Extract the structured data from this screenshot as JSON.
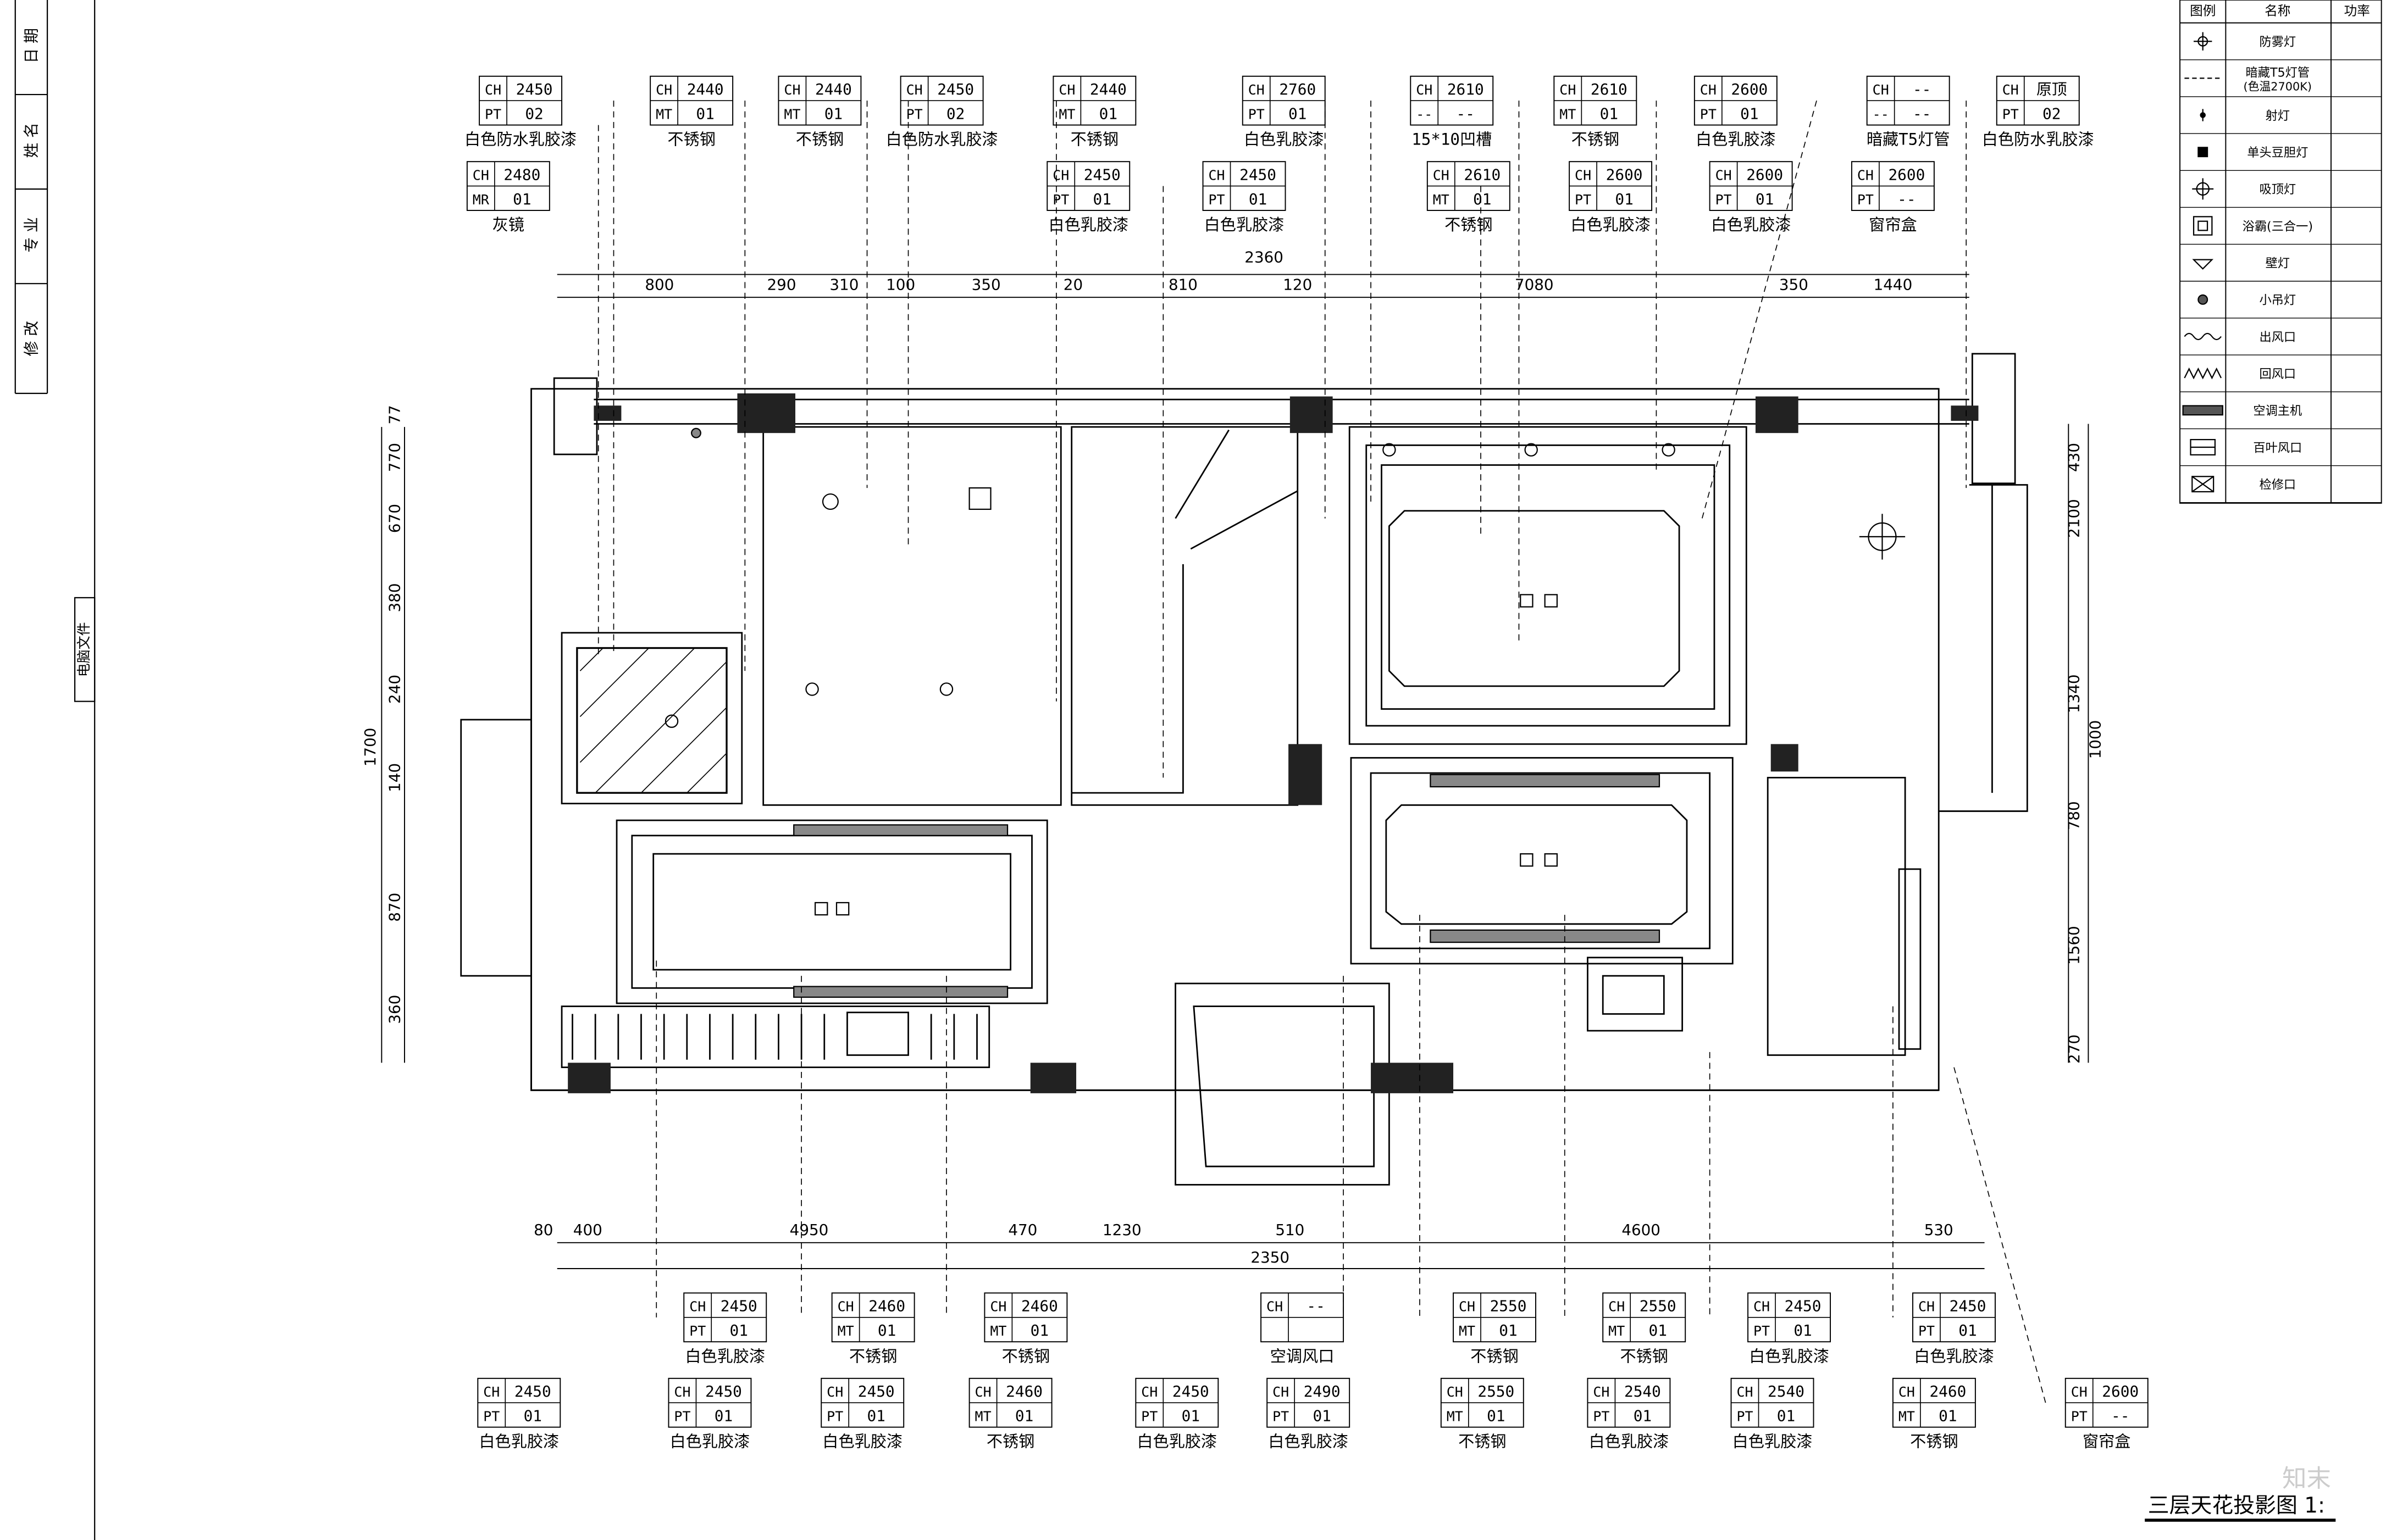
{
  "title_block": {
    "rows": [
      "日 期",
      "姓 名",
      "专 业",
      "修 改"
    ],
    "file_note": "电脑文件"
  },
  "drawing_title": "三层天花投影图 1:",
  "dims": {
    "top_total": "2360",
    "top_segments": [
      "800",
      "290",
      "310",
      "100",
      "350",
      "20",
      "810",
      "120",
      "7080",
      "350",
      "1440"
    ],
    "bottom_total": "2350",
    "bottom_segments": [
      "80",
      "400",
      "4950",
      "470",
      "1230",
      "510",
      "4600",
      "530"
    ],
    "left_segments": [
      "77",
      "770",
      "670",
      "380",
      "240",
      "140",
      "870",
      "360"
    ],
    "left_total": "1700",
    "right_segments": [
      "430",
      "2100",
      "1340",
      "780",
      "1560",
      "270"
    ],
    "right_total": "1000"
  },
  "tags_top_row1": [
    {
      "ch": "2450",
      "code": "PT",
      "num": "02",
      "name": "白色防水乳胶漆"
    },
    {
      "ch": "2440",
      "code": "MT",
      "num": "01",
      "name": "不锈钢"
    },
    {
      "ch": "2440",
      "code": "MT",
      "num": "01",
      "name": "不锈钢"
    },
    {
      "ch": "2450",
      "code": "PT",
      "num": "02",
      "name": "白色防水乳胶漆"
    },
    {
      "ch": "2440",
      "code": "MT",
      "num": "01",
      "name": "不锈钢"
    },
    {
      "ch": "2760",
      "code": "PT",
      "num": "01",
      "name": "白色乳胶漆"
    },
    {
      "ch": "2610",
      "code": "--",
      "num": "--",
      "name": "15*10凹槽"
    },
    {
      "ch": "2610",
      "code": "MT",
      "num": "01",
      "name": "不锈钢"
    },
    {
      "ch": "2600",
      "code": "PT",
      "num": "01",
      "name": "白色乳胶漆"
    },
    {
      "ch": "--",
      "code": "--",
      "num": "--",
      "name": "暗藏T5灯管"
    },
    {
      "ch": "原顶",
      "code": "PT",
      "num": "02",
      "name": "白色防水乳胶漆"
    }
  ],
  "tags_top_row2": [
    {
      "ch": "2480",
      "code": "MR",
      "num": "01",
      "name": "灰镜"
    },
    {
      "ch": "2450",
      "code": "PT",
      "num": "01",
      "name": "白色乳胶漆"
    },
    {
      "ch": "2450",
      "code": "PT",
      "num": "01",
      "name": "白色乳胶漆"
    },
    {
      "ch": "2610",
      "code": "MT",
      "num": "01",
      "name": "不锈钢"
    },
    {
      "ch": "2600",
      "code": "PT",
      "num": "01",
      "name": "白色乳胶漆"
    },
    {
      "ch": "2600",
      "code": "PT",
      "num": "01",
      "name": "白色乳胶漆"
    },
    {
      "ch": "2600",
      "code": "PT",
      "num": "--",
      "name": "窗帘盒"
    }
  ],
  "tags_bottom_row1": [
    {
      "ch": "2450",
      "code": "PT",
      "num": "01",
      "name": "白色乳胶漆"
    },
    {
      "ch": "2460",
      "code": "MT",
      "num": "01",
      "name": "不锈钢"
    },
    {
      "ch": "2460",
      "code": "MT",
      "num": "01",
      "name": "不锈钢"
    },
    {
      "ch": "--",
      "code": "",
      "num": "",
      "name": "空调风口"
    },
    {
      "ch": "2550",
      "code": "MT",
      "num": "01",
      "name": "不锈钢"
    },
    {
      "ch": "2550",
      "code": "MT",
      "num": "01",
      "name": "不锈钢"
    },
    {
      "ch": "2450",
      "code": "PT",
      "num": "01",
      "name": "白色乳胶漆"
    },
    {
      "ch": "2450",
      "code": "PT",
      "num": "01",
      "name": "白色乳胶漆"
    }
  ],
  "tags_bottom_row2": [
    {
      "ch": "2450",
      "code": "PT",
      "num": "01",
      "name": "白色乳胶漆"
    },
    {
      "ch": "2450",
      "code": "PT",
      "num": "01",
      "name": "白色乳胶漆"
    },
    {
      "ch": "2450",
      "code": "PT",
      "num": "01",
      "name": "白色乳胶漆"
    },
    {
      "ch": "2460",
      "code": "MT",
      "num": "01",
      "name": "不锈钢"
    },
    {
      "ch": "2450",
      "code": "PT",
      "num": "01",
      "name": "白色乳胶漆"
    },
    {
      "ch": "2490",
      "code": "PT",
      "num": "01",
      "name": "白色乳胶漆"
    },
    {
      "ch": "2550",
      "code": "MT",
      "num": "01",
      "name": "不锈钢"
    },
    {
      "ch": "2540",
      "code": "PT",
      "num": "01",
      "name": "白色乳胶漆"
    },
    {
      "ch": "2540",
      "code": "PT",
      "num": "01",
      "name": "白色乳胶漆"
    },
    {
      "ch": "2460",
      "code": "MT",
      "num": "01",
      "name": "不锈钢"
    },
    {
      "ch": "2600",
      "code": "PT",
      "num": "--",
      "name": "窗帘盒"
    }
  ],
  "legend": {
    "headers": [
      "图例",
      "名称",
      "功率"
    ],
    "rows": [
      {
        "icon": "downlight-icon",
        "name": "防雾灯"
      },
      {
        "icon": "dashed-line-icon",
        "name": "暗藏T5灯管",
        "name2": "(色温2700K)"
      },
      {
        "icon": "spotlight-icon",
        "name": "射灯"
      },
      {
        "icon": "grille-light-icon",
        "name": "单头豆胆灯"
      },
      {
        "icon": "ceiling-light-icon",
        "name": "吸顶灯"
      },
      {
        "icon": "bath-heater-icon",
        "name": "浴霸(三合一)"
      },
      {
        "icon": "wall-lamp-icon",
        "name": "壁灯"
      },
      {
        "icon": "pendant-icon",
        "name": "小吊灯"
      },
      {
        "icon": "supply-vent-icon",
        "name": "出风口"
      },
      {
        "icon": "return-vent-icon",
        "name": "回风口"
      },
      {
        "icon": "ac-unit-icon",
        "name": "空调主机"
      },
      {
        "icon": "louver-vent-icon",
        "name": "百叶风口"
      },
      {
        "icon": "access-panel-icon",
        "name": "检修口"
      }
    ]
  },
  "watermark": "知末"
}
